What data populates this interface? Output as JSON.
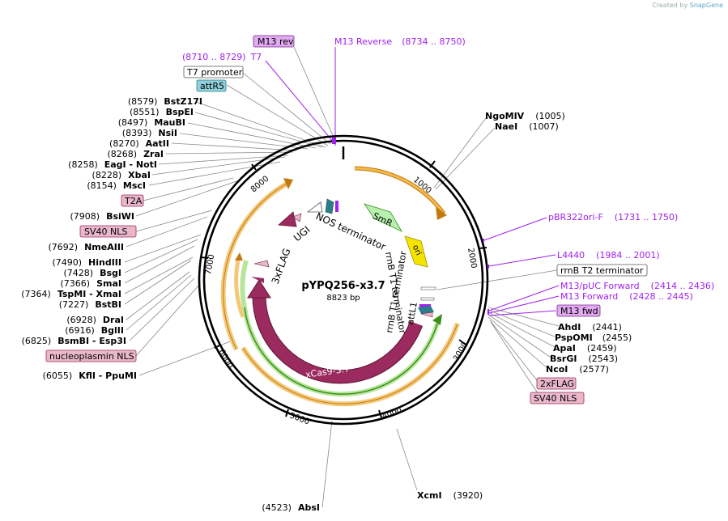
{
  "credit": {
    "prefix": "Created by",
    "brand": "SnapGene"
  },
  "plasmid": {
    "name": "pYPQ256-x3.7",
    "length_label": "8823 bp",
    "length": 8823
  },
  "ticks": [
    "1000",
    "2000",
    "3000",
    "4000",
    "5000",
    "6000",
    "7000",
    "8000"
  ],
  "enzymes_right": [
    {
      "name": "NgoMIV",
      "pos": "(1005)"
    },
    {
      "name": "NaeI",
      "pos": "(1007)"
    },
    {
      "name": "AhdI",
      "pos": "(2441)"
    },
    {
      "name": "PspOMI",
      "pos": "(2455)"
    },
    {
      "name": "ApaI",
      "pos": "(2459)"
    },
    {
      "name": "BsrGI",
      "pos": "(2543)"
    },
    {
      "name": "NcoI",
      "pos": "(2577)"
    },
    {
      "name": "XcmI",
      "pos": "(3920)"
    }
  ],
  "enzymes_left": [
    {
      "pos": "(8579)",
      "name": "BstZ17I"
    },
    {
      "pos": "(8551)",
      "name": "BspEI"
    },
    {
      "pos": "(8497)",
      "name": "MauBI"
    },
    {
      "pos": "(8393)",
      "name": "NsiI"
    },
    {
      "pos": "(8270)",
      "name": "AatII"
    },
    {
      "pos": "(8268)",
      "name": "ZraI"
    },
    {
      "pos": "(8258)",
      "name": "EagI  - NotI"
    },
    {
      "pos": "(8228)",
      "name": "XbaI"
    },
    {
      "pos": "(8154)",
      "name": "MscI"
    },
    {
      "pos": "(7908)",
      "name": "BsiWI"
    },
    {
      "pos": "(7692)",
      "name": "NmeAIII"
    },
    {
      "pos": "(7490)",
      "name": "HindIII"
    },
    {
      "pos": "(7428)",
      "name": "BsgI"
    },
    {
      "pos": "(7366)",
      "name": "SmaI"
    },
    {
      "pos": "(7364)",
      "name": "TspMI  - XmaI"
    },
    {
      "pos": "(7227)",
      "name": "BstBI"
    },
    {
      "pos": "(6928)",
      "name": "DraI"
    },
    {
      "pos": "(6916)",
      "name": "BglII"
    },
    {
      "pos": "(6825)",
      "name": "BsmBI  - Esp3I"
    },
    {
      "pos": "(6055)",
      "name": "KflI  - PpuMI"
    },
    {
      "pos": "(4523)",
      "name": "AbsI"
    }
  ],
  "primers": [
    {
      "name": "M13 Reverse",
      "range": "(8734 .. 8750)"
    },
    {
      "name": "T7",
      "range": "(8710 .. 8729)"
    },
    {
      "name": "pBR322ori-F",
      "range": "(1731 .. 1750)"
    },
    {
      "name": "L4440",
      "range": "(1984 .. 2001)"
    },
    {
      "name": "M13/pUC Forward",
      "range": "(2414 .. 2436)"
    },
    {
      "name": "M13 Forward",
      "range": "(2428 .. 2445)"
    }
  ],
  "boxed_labels": [
    {
      "text": "M13 rev",
      "style": "purple"
    },
    {
      "text": "T7 promoter",
      "style": "white"
    },
    {
      "text": "attR5",
      "style": "teal"
    },
    {
      "text": "T2A",
      "style": "pink"
    },
    {
      "text": "SV40 NLS",
      "style": "pink"
    },
    {
      "text": "nucleoplasmin NLS",
      "style": "pink"
    },
    {
      "text": "rrnB T2 terminator",
      "style": "white"
    },
    {
      "text": "M13 fwd",
      "style": "purple"
    },
    {
      "text": "2xFLAG",
      "style": "pink"
    },
    {
      "text": "SV40 NLS",
      "style": "pink"
    }
  ],
  "features": [
    "SmR",
    "ori",
    "NOS terminator",
    "UGI",
    "3xFLAG",
    "xCas9-3.7",
    "rrnB T1 terminator",
    "attL1"
  ],
  "colors": {
    "backbone": "#000000",
    "orf": "#9b2a5e",
    "orange": "#f5a623",
    "green": "#3a8f1a",
    "smr": "#b8f0b0",
    "ori": "#f5e400",
    "primer": "#a020f0",
    "pink_box": "#e8b7c9",
    "purple_box": "#e0a9f0",
    "teal_box": "#8fd0dc"
  }
}
